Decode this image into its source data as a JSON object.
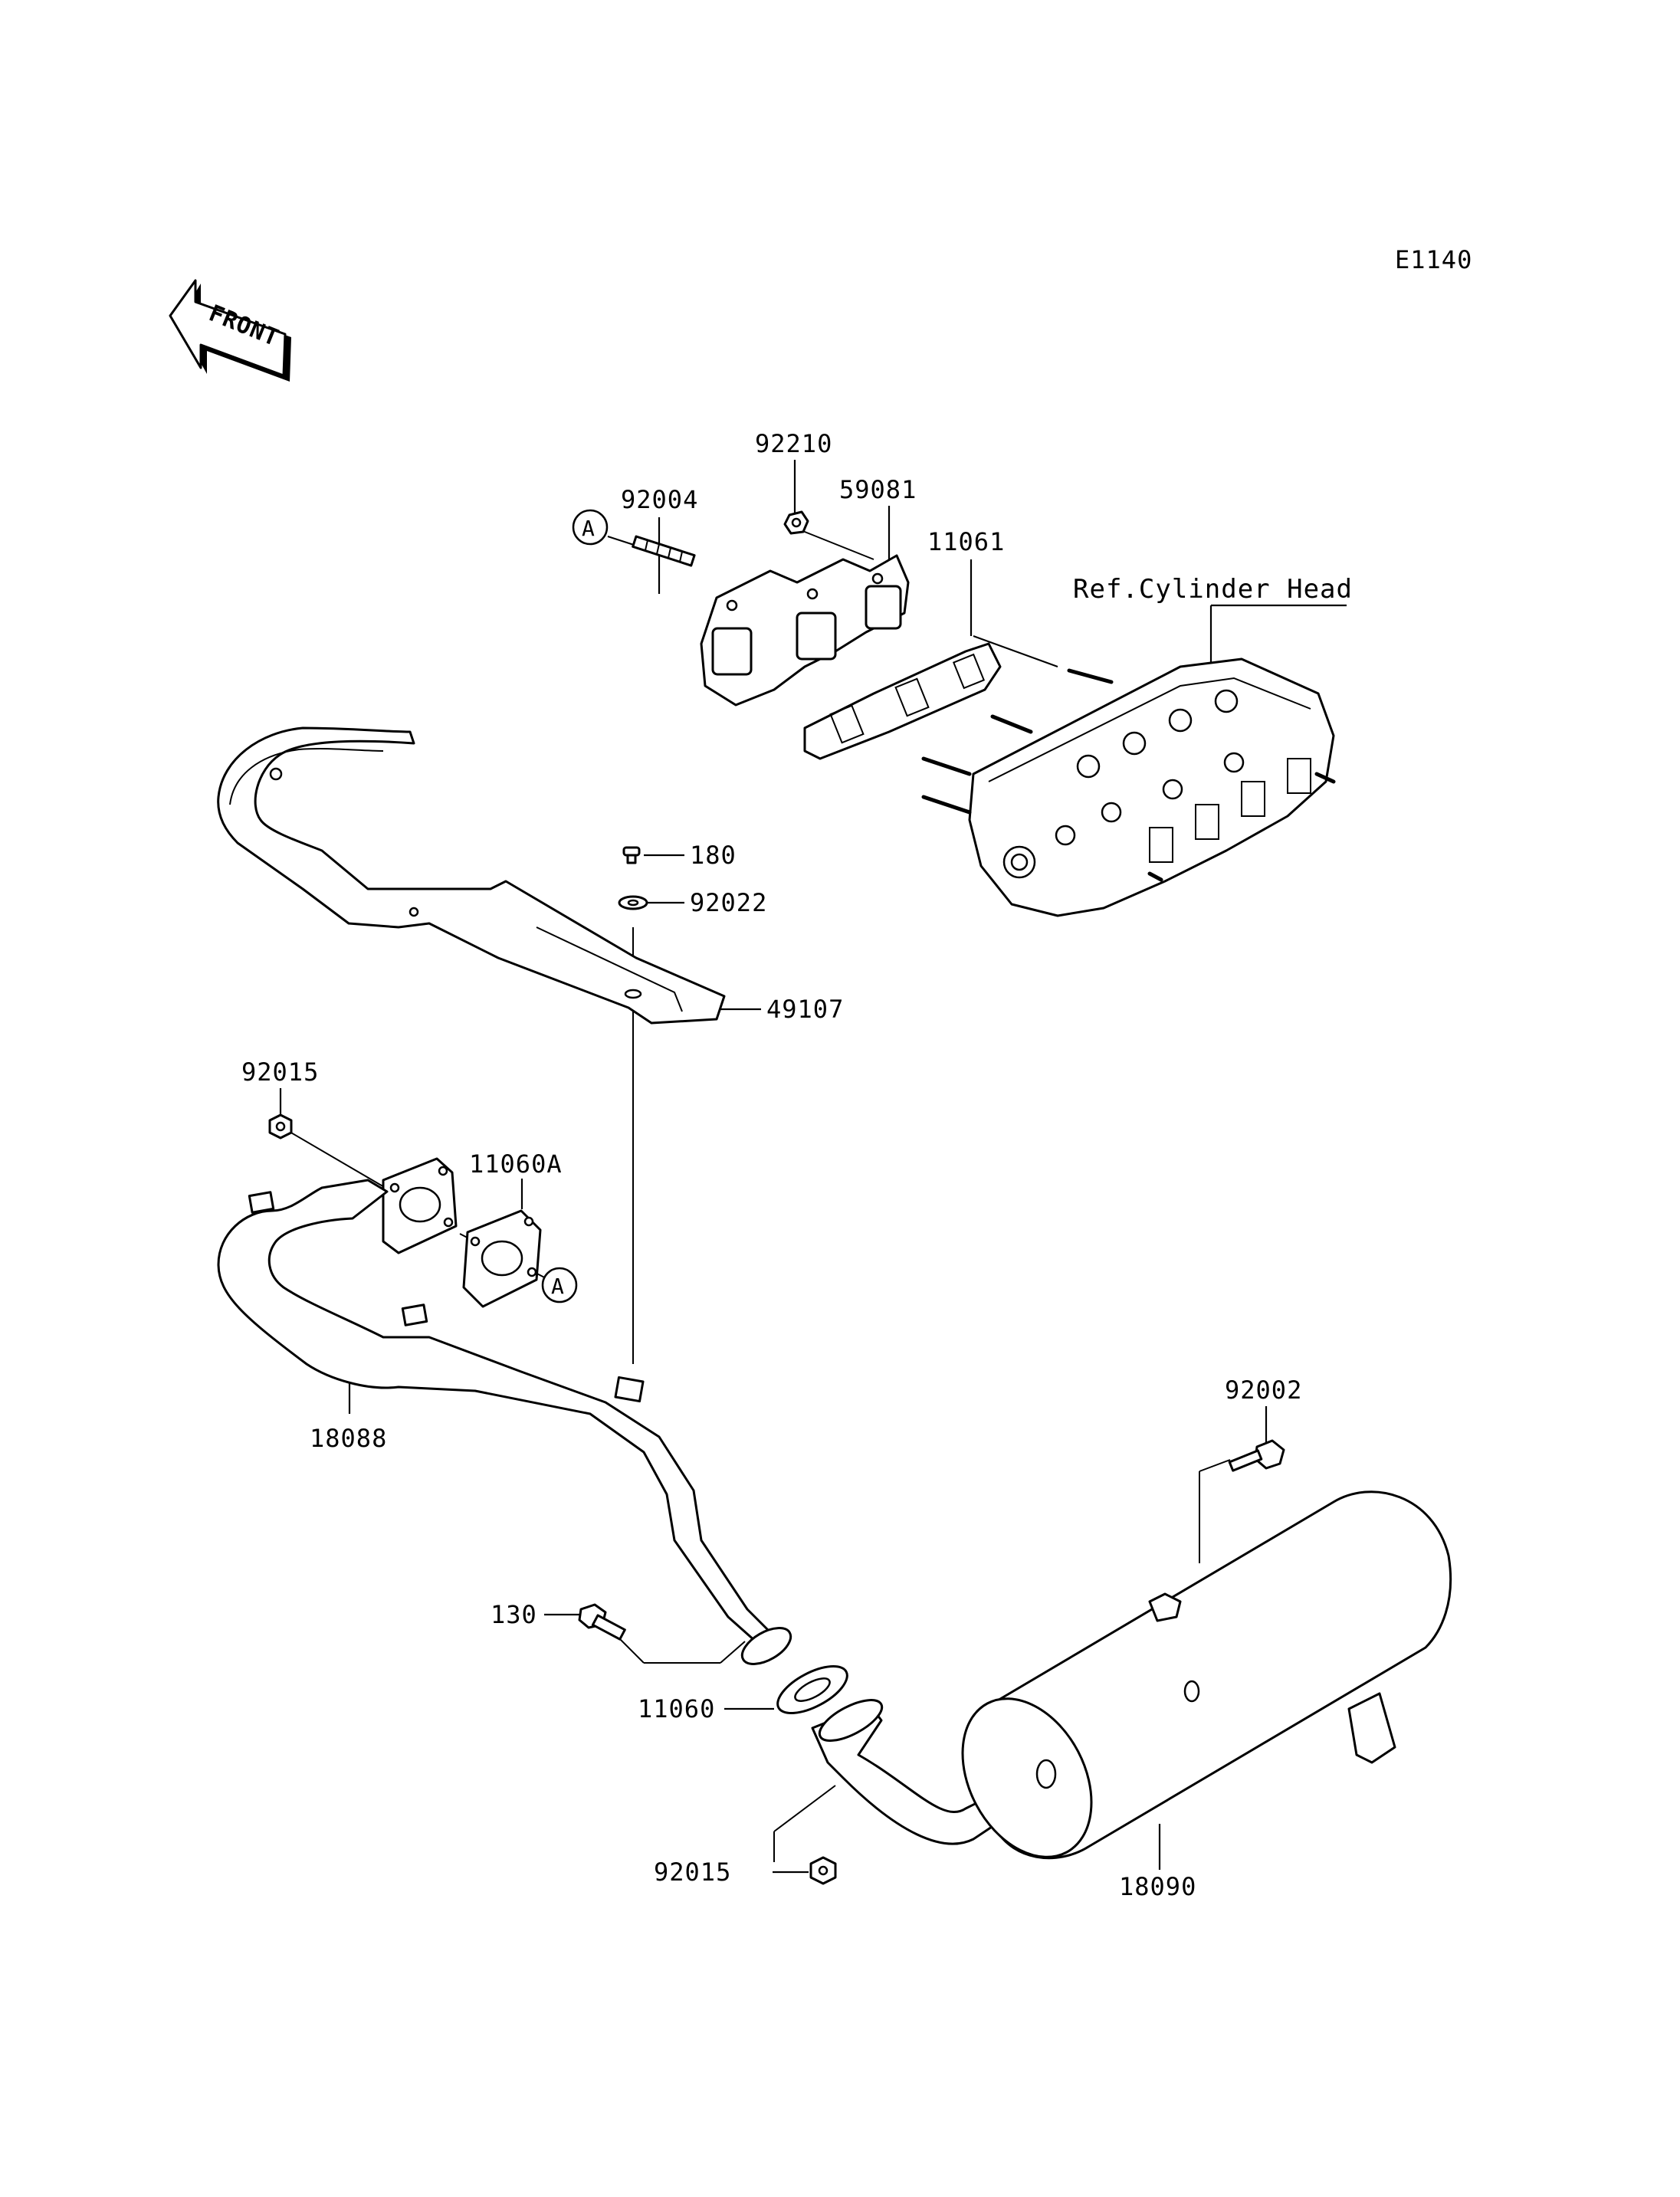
{
  "diagram_code": "E1140",
  "front_label": "FRONT",
  "ref_marker": "A",
  "parts": {
    "p92210": "92210",
    "p92004": "92004",
    "p59081": "59081",
    "p11061": "11061",
    "ref_cylinder_head": "Ref.Cylinder Head",
    "p180": "180",
    "p92022": "92022",
    "p49107": "49107",
    "p92015_top": "92015",
    "p11060A": "11060A",
    "p18088": "18088",
    "p92002": "92002",
    "p130": "130",
    "p11060": "11060",
    "p92015_bottom": "92015",
    "p18090": "18090"
  }
}
